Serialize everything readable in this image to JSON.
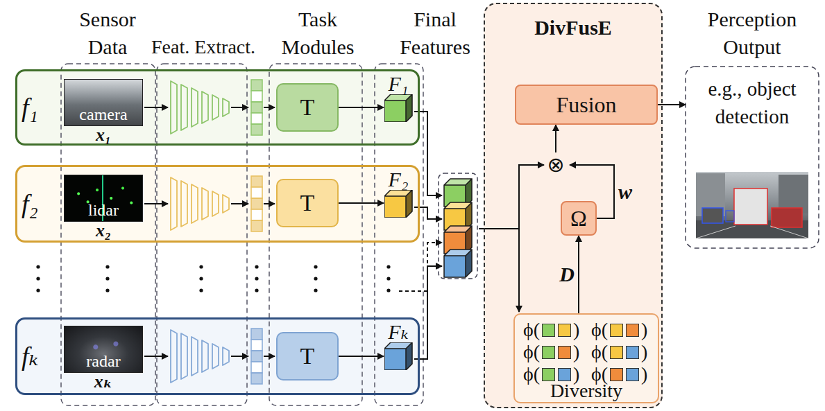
{
  "diagram": {
    "nodes": [
      {
        "text": [
          "f₁"
        ]
      },
      {
        "text": [
          "camera",
          "x₁"
        ],
        "in": 0
      },
      {
        "text": [
          "T"
        ],
        "in": 0
      },
      {
        "text": [
          "F₁"
        ],
        "in": 0
      },
      {
        "text": [
          "f₂"
        ]
      },
      {
        "text": [
          "lidar",
          "x₂"
        ],
        "in": 4
      },
      {
        "text": [
          "T"
        ],
        "in": 4
      },
      {
        "text": [
          "F₂"
        ],
        "in": 4
      },
      {
        "text": [
          "fₖ"
        ]
      },
      {
        "text": [
          "radar",
          "xₖ"
        ],
        "in": 8
      },
      {
        "text": [
          "T"
        ],
        "in": 8
      },
      {
        "text": [
          "Fₖ"
        ],
        "in": 8
      },
      {
        "text": [
          "DivFusE"
        ]
      },
      {
        "text": [
          "Fusion"
        ],
        "in": 12
      },
      {
        "text": [
          "⊗"
        ],
        "in": 12
      },
      {
        "text": [
          "Ω"
        ],
        "in": 12
      },
      {
        "text": [
          "ϕ(",
          ")",
          "ϕ(",
          ")",
          "ϕ(",
          ")",
          "ϕ(",
          ")",
          "ϕ(",
          ")",
          "ϕ(",
          ")",
          "Diversity"
        ],
        "in": 12
      },
      {
        "text": [
          "Perception Output",
          "e.g., object detection"
        ]
      }
    ],
    "edges": [
      {
        "from": 2,
        "to": 3,
        "arrow": "to"
      },
      {
        "from": 6,
        "to": 7,
        "arrow": "to"
      },
      {
        "from": 10,
        "to": 11,
        "arrow": "to"
      },
      {
        "from": 16,
        "to": 15,
        "label": "D",
        "arrow": "to"
      },
      {
        "from": 15,
        "to": 14,
        "label": "w",
        "arrow": "to"
      },
      {
        "from": 14,
        "to": 13,
        "arrow": "to"
      },
      {
        "from": 13,
        "to": 17,
        "arrow": "to"
      }
    ],
    "labels": [
      "Sensor Data",
      "Feat. Extract.",
      "Task Modules",
      "Final Features"
    ]
  }
}
